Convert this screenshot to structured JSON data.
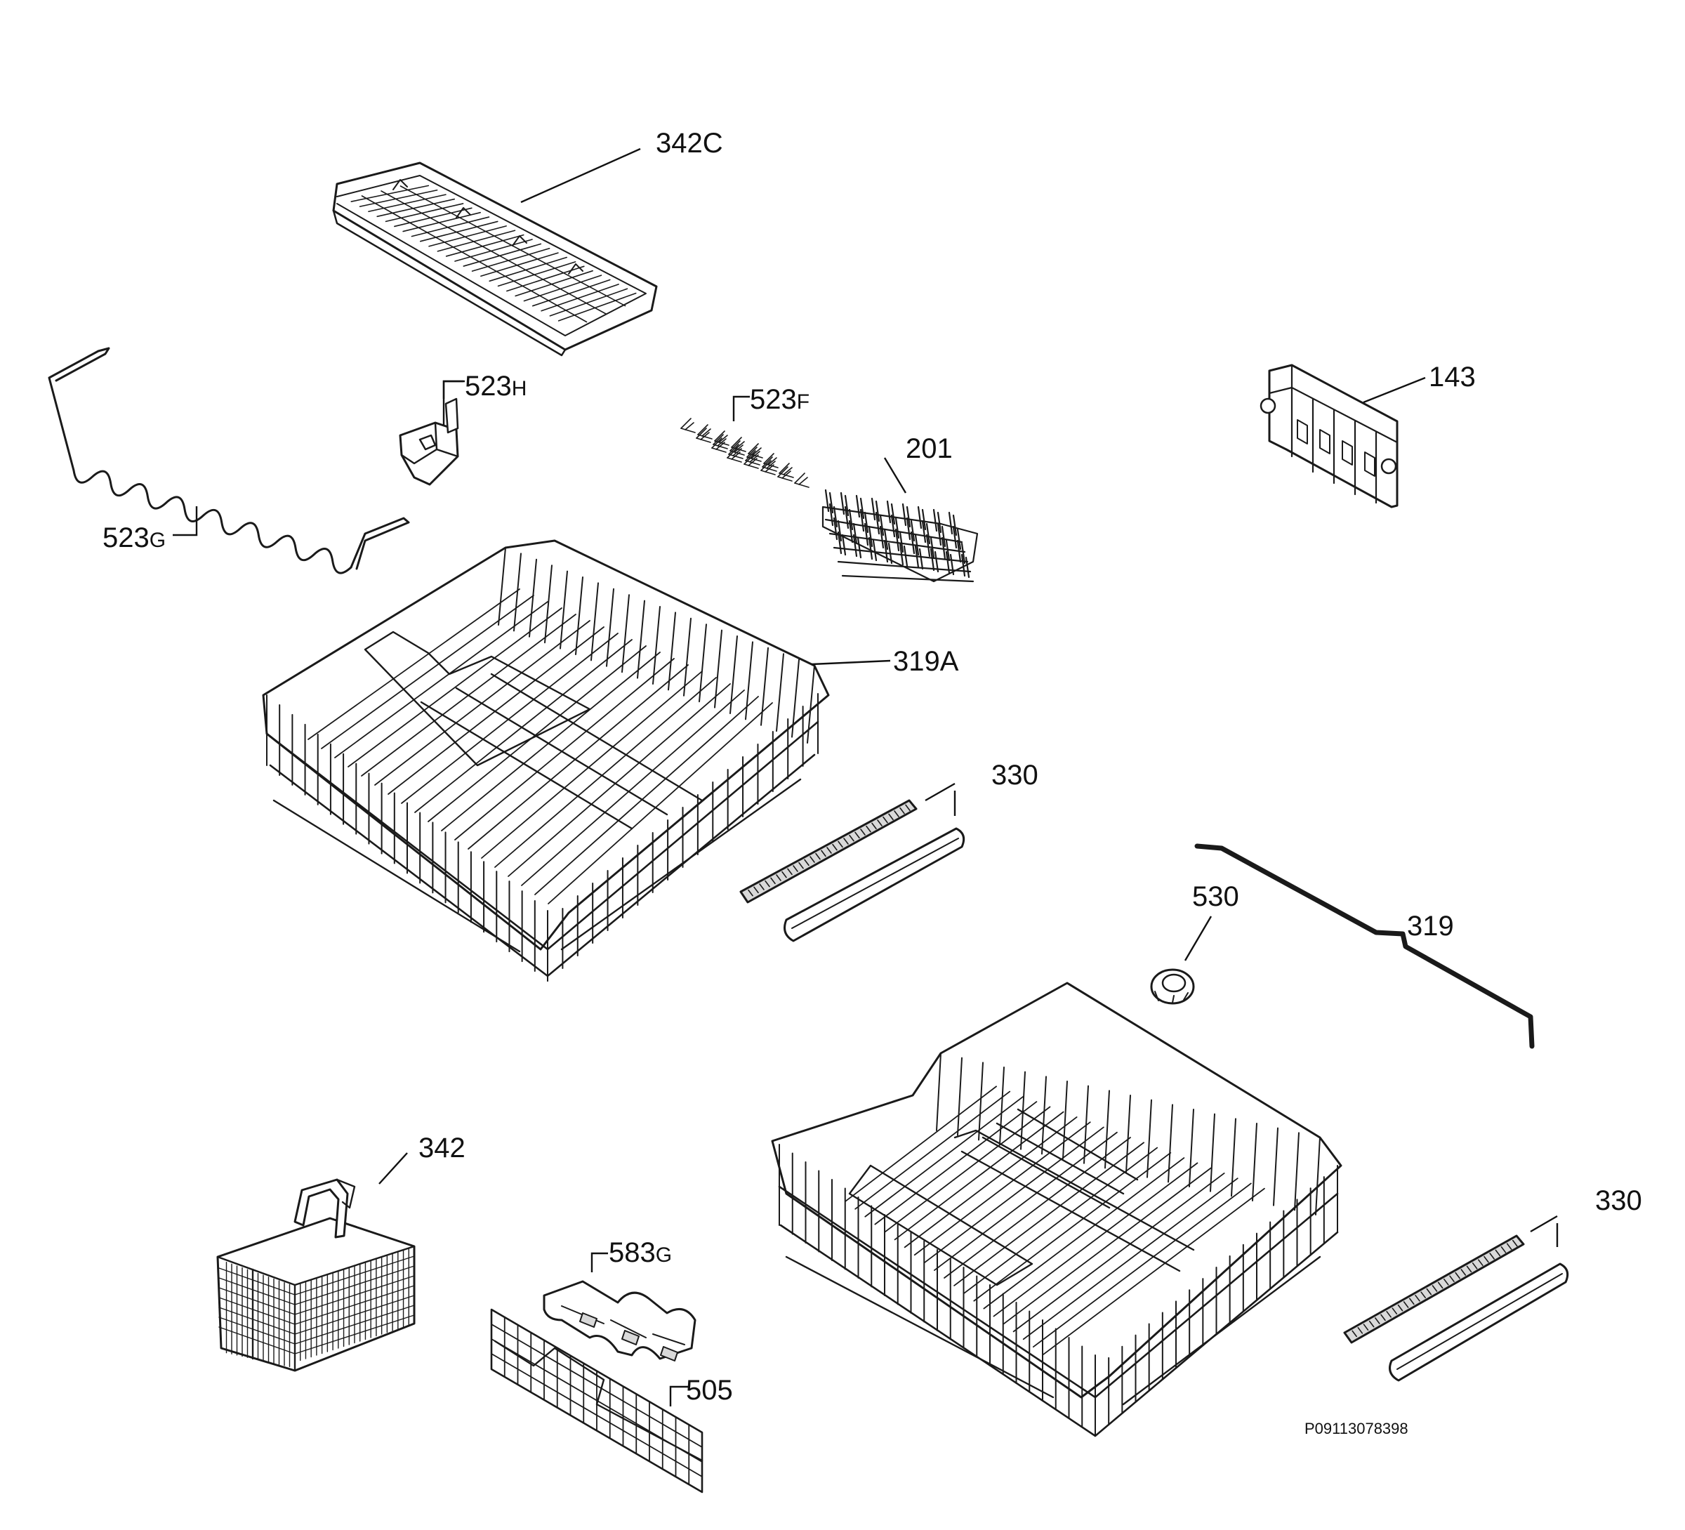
{
  "diagram": {
    "reference_code": "P09113078398",
    "callouts": [
      {
        "id": "342C",
        "number": "342",
        "suffix": "C"
      },
      {
        "id": "523H",
        "number": "523",
        "suffix": "H"
      },
      {
        "id": "523F",
        "number": "523",
        "suffix": "F"
      },
      {
        "id": "201",
        "number": "201",
        "suffix": ""
      },
      {
        "id": "143",
        "number": "143",
        "suffix": ""
      },
      {
        "id": "523G",
        "number": "523",
        "suffix": "G"
      },
      {
        "id": "319A",
        "number": "319A",
        "suffix": ""
      },
      {
        "id": "330-upper",
        "number": "330",
        "suffix": ""
      },
      {
        "id": "530",
        "number": "530",
        "suffix": ""
      },
      {
        "id": "319",
        "number": "319",
        "suffix": ""
      },
      {
        "id": "342",
        "number": "342",
        "suffix": ""
      },
      {
        "id": "583G",
        "number": "583",
        "suffix": "G"
      },
      {
        "id": "505",
        "number": "505",
        "suffix": ""
      },
      {
        "id": "330-lower",
        "number": "330",
        "suffix": ""
      }
    ]
  }
}
